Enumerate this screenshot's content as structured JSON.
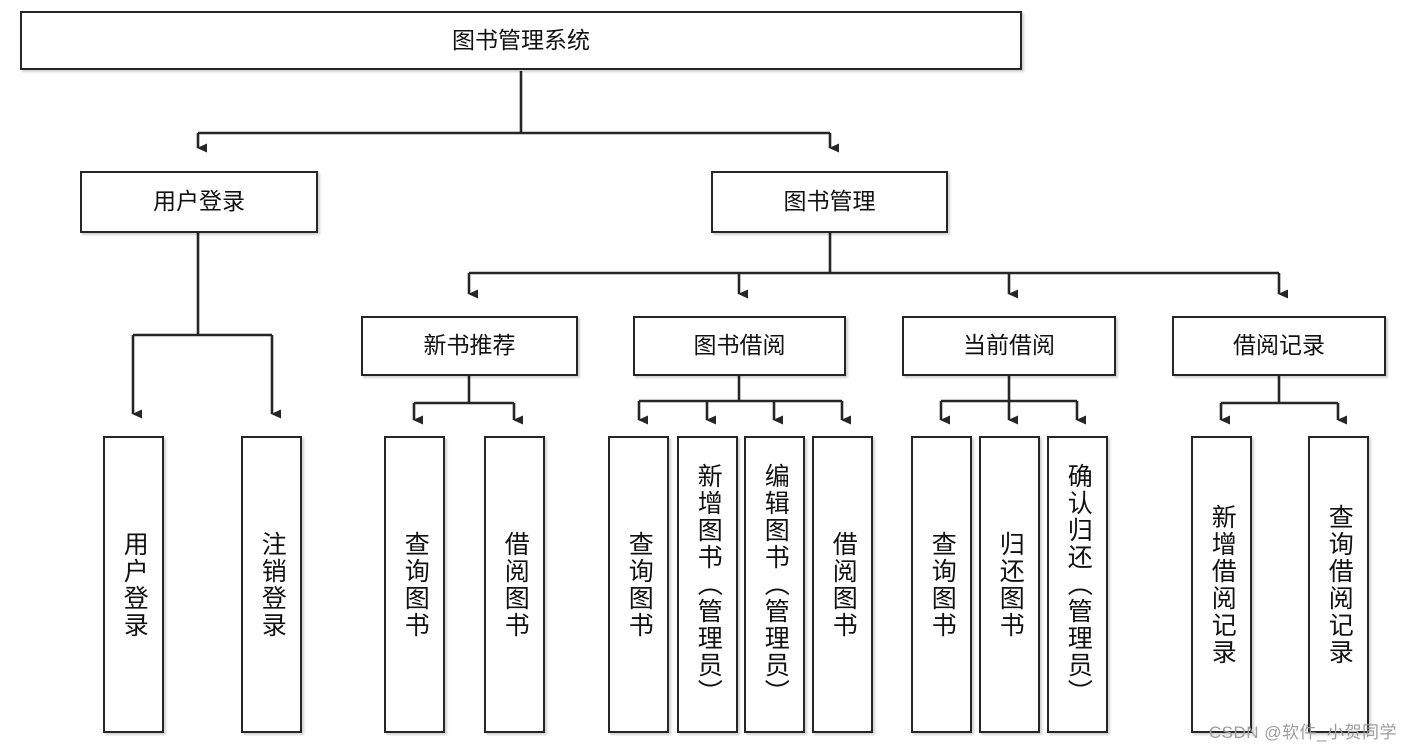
{
  "diagram": {
    "title": "图书管理系统",
    "watermark": "CSDN @软件_小贺同学",
    "colors": {
      "box_border": "#262626",
      "box_fill": "#ffffff",
      "edge": "#262626",
      "text": "#111111",
      "watermark": "#9d9d9d"
    },
    "levels": {
      "root": {
        "label": "图书管理系统"
      },
      "level2": [
        {
          "id": "user-login",
          "label": "用户登录"
        },
        {
          "id": "book-management",
          "label": "图书管理"
        }
      ],
      "level3": [
        {
          "id": "new-book-recommend",
          "label": "新书推荐"
        },
        {
          "id": "book-borrow",
          "label": "图书借阅"
        },
        {
          "id": "current-borrow",
          "label": "当前借阅"
        },
        {
          "id": "borrow-record",
          "label": "借阅记录"
        }
      ],
      "leaves": [
        {
          "id": "leaf-user-login",
          "label": "用户登录",
          "parent": "user-login"
        },
        {
          "id": "leaf-logout",
          "label": "注销登录",
          "parent": "user-login"
        },
        {
          "id": "leaf-query-book-1",
          "label": "查询图书",
          "parent": "new-book-recommend"
        },
        {
          "id": "leaf-borrow-book-1",
          "label": "借阅图书",
          "parent": "new-book-recommend"
        },
        {
          "id": "leaf-query-book-2",
          "label": "查询图书",
          "parent": "book-borrow"
        },
        {
          "id": "leaf-add-book",
          "label": "新增图书（管理员）",
          "parent": "book-borrow"
        },
        {
          "id": "leaf-edit-book",
          "label": "编辑图书（管理员）",
          "parent": "book-borrow"
        },
        {
          "id": "leaf-borrow-book-2",
          "label": "借阅图书",
          "parent": "book-borrow"
        },
        {
          "id": "leaf-query-book-3",
          "label": "查询图书",
          "parent": "current-borrow"
        },
        {
          "id": "leaf-return-book",
          "label": "归还图书",
          "parent": "current-borrow"
        },
        {
          "id": "leaf-confirm-return",
          "label": "确认归还（管理员）",
          "parent": "current-borrow"
        },
        {
          "id": "leaf-add-record",
          "label": "新增借阅记录",
          "parent": "borrow-record"
        },
        {
          "id": "leaf-query-record",
          "label": "查询借阅记录",
          "parent": "borrow-record"
        }
      ]
    }
  }
}
